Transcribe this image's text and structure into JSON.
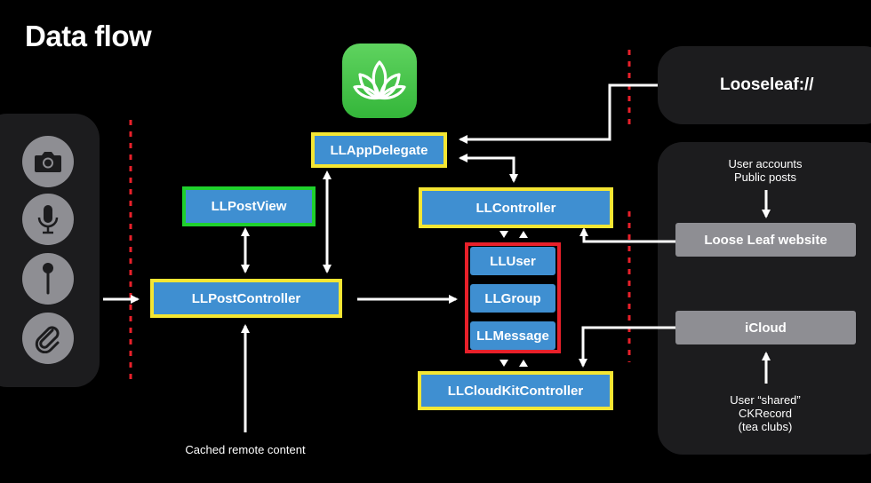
{
  "slide": {
    "title": "Data flow"
  },
  "inputs": {
    "icons": [
      "camera-icon",
      "microphone-icon",
      "pin-icon",
      "paperclip-icon"
    ]
  },
  "app": {
    "icon": "lotus-leaf-icon",
    "icon_color": "#34b63a"
  },
  "nodes": {
    "app_delegate": "LLAppDelegate",
    "post_view": "LLPostView",
    "controller": "LLController",
    "post_controller": "LLPostController",
    "user": "LLUser",
    "group": "LLGroup",
    "message": "LLMessage",
    "cloudkit_controller": "LLCloudKitController"
  },
  "external": {
    "url_scheme": "Looseleaf://",
    "website": "Loose Leaf website",
    "website_sources": "User accounts\nPublic posts",
    "icloud": "iCloud",
    "icloud_sources": "User “shared”\nCKRecord\n(tea clubs)",
    "cached_content": "Cached remote content"
  },
  "colors": {
    "highlight_yellow": "#f5e633",
    "highlight_green": "#1fd12d",
    "highlight_red": "#e8202a",
    "node_blue": "#3f8fd1",
    "external_gray": "#8e8e93",
    "boundary_red": "#e8202a"
  }
}
